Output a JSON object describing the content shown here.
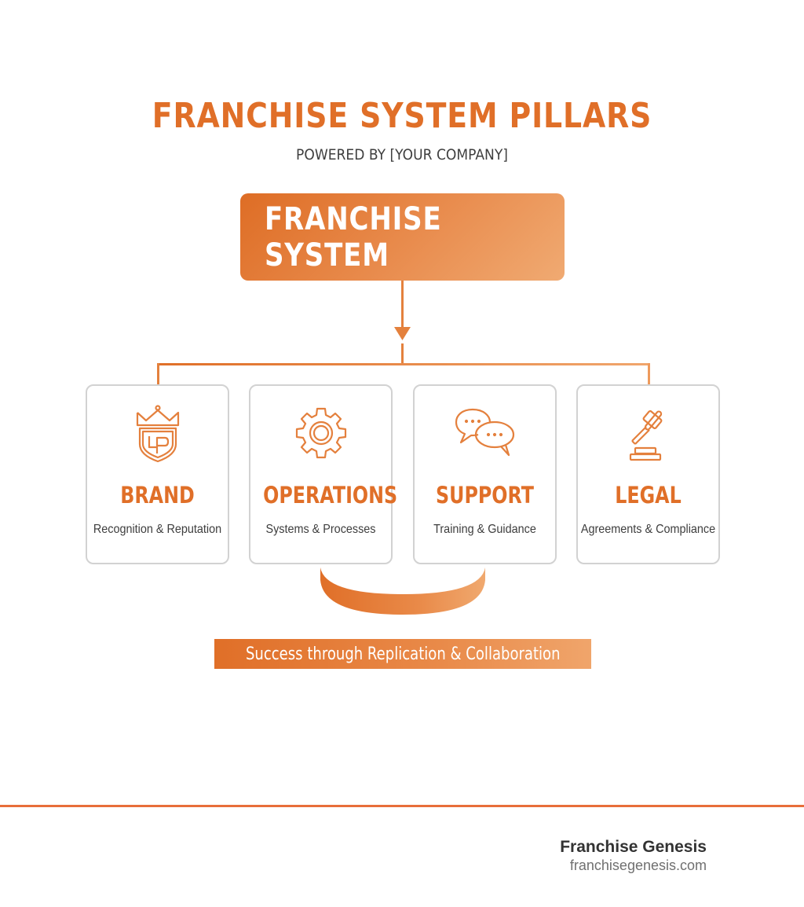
{
  "header": {
    "title": "FRANCHISE SYSTEM PILLARS",
    "subtitle": "POWERED BY [YOUR COMPANY]"
  },
  "hub": {
    "label": "FRANCHISE SYSTEM"
  },
  "pillars": [
    {
      "name": "BRAND",
      "description": "Recognition & Reputation",
      "icon": "crown-shield-icon"
    },
    {
      "name": "OPERATIONS",
      "description": "Systems & Processes",
      "icon": "gear-icon"
    },
    {
      "name": "SUPPORT",
      "description": "Training & Guidance",
      "icon": "chat-bubbles-icon"
    },
    {
      "name": "LEGAL",
      "description": "Agreements & Compliance",
      "icon": "gavel-icon"
    }
  ],
  "banner": {
    "text": "Success through Replication & Collaboration"
  },
  "footer": {
    "brand": "Franchise Genesis",
    "url": "franchisegenesis.com"
  },
  "colors": {
    "accent": "#e06f28",
    "accent_light": "#f0aa72",
    "card_border": "#d2d2d2",
    "text_dark": "#3d3d3d",
    "rule": "#e86e3a"
  }
}
